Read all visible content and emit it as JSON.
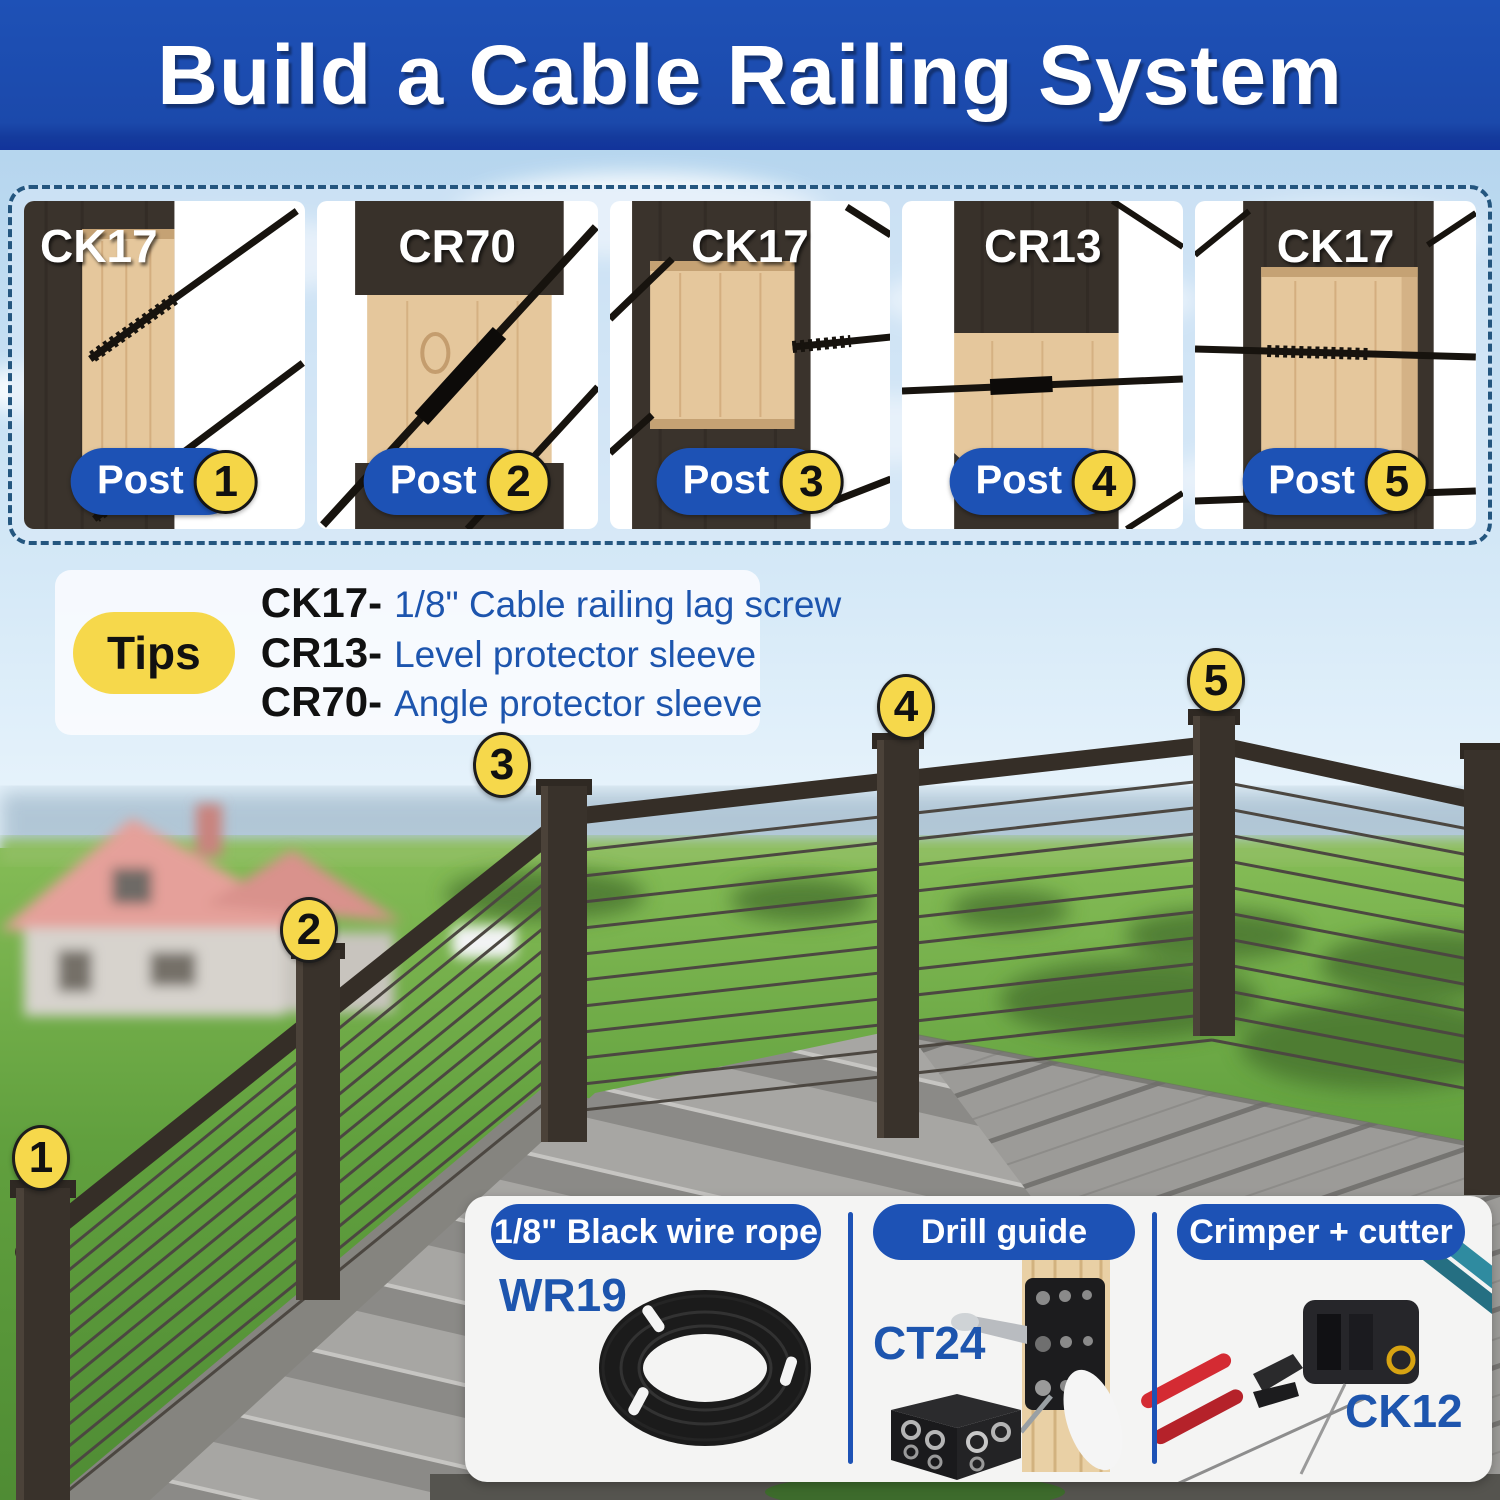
{
  "banner": {
    "title": "Build a Cable Railing System"
  },
  "posts_strip": {
    "badge_label": "Post",
    "items": [
      {
        "code": "CK17",
        "number": "1"
      },
      {
        "code": "CR70",
        "number": "2"
      },
      {
        "code": "CK17",
        "number": "3"
      },
      {
        "code": "CR13",
        "number": "4"
      },
      {
        "code": "CK17",
        "number": "5"
      }
    ]
  },
  "tips": {
    "label": "Tips",
    "rows": [
      {
        "code": "CK17-",
        "desc": "1/8\" Cable railing lag screw"
      },
      {
        "code": "CR13-",
        "desc": "Level protector sleeve"
      },
      {
        "code": "CR70-",
        "desc": "Angle protector sleeve"
      }
    ]
  },
  "photo": {
    "markers": [
      "1",
      "2",
      "3",
      "4",
      "5"
    ]
  },
  "products": {
    "columns": [
      {
        "header": "1/8\" Black wire rope",
        "sku": "WR19"
      },
      {
        "header": "Drill guide",
        "sku": "CT24"
      },
      {
        "header": "Crimper + cutter",
        "sku": "CK12"
      }
    ]
  },
  "colors": {
    "banner_blue": "#1c4cb0",
    "pill_blue": "#1d52b5",
    "badge_yellow": "#f5d647",
    "text_blue": "#1d55ae"
  }
}
